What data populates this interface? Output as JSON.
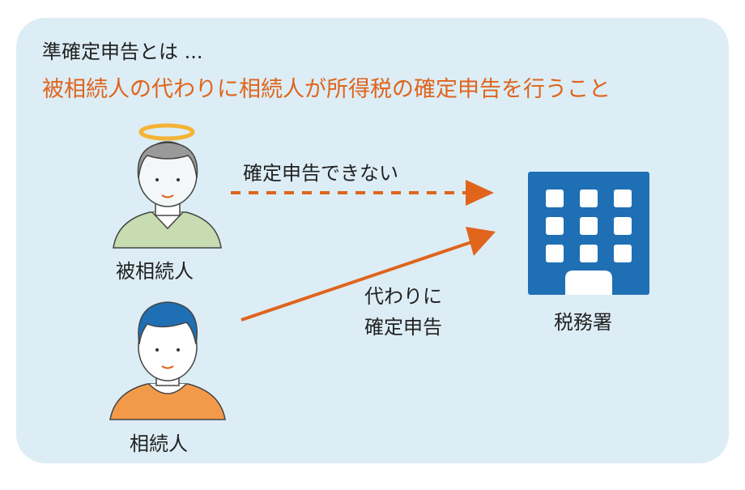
{
  "title": "準確定申告とは ...",
  "subtitle": "被相続人の代わりに相続人が所得税の確定申告を行うこと",
  "deceased_label": "被相続人",
  "heir_label": "相続人",
  "tax_office_label": "税務署",
  "cannot_file_label": "確定申告できない",
  "instead_label_line1": "代わりに",
  "instead_label_line2": "確定申告",
  "colors": {
    "accent": "#e0641c",
    "panel": "#dcedf5",
    "building": "#1f6fb5"
  }
}
